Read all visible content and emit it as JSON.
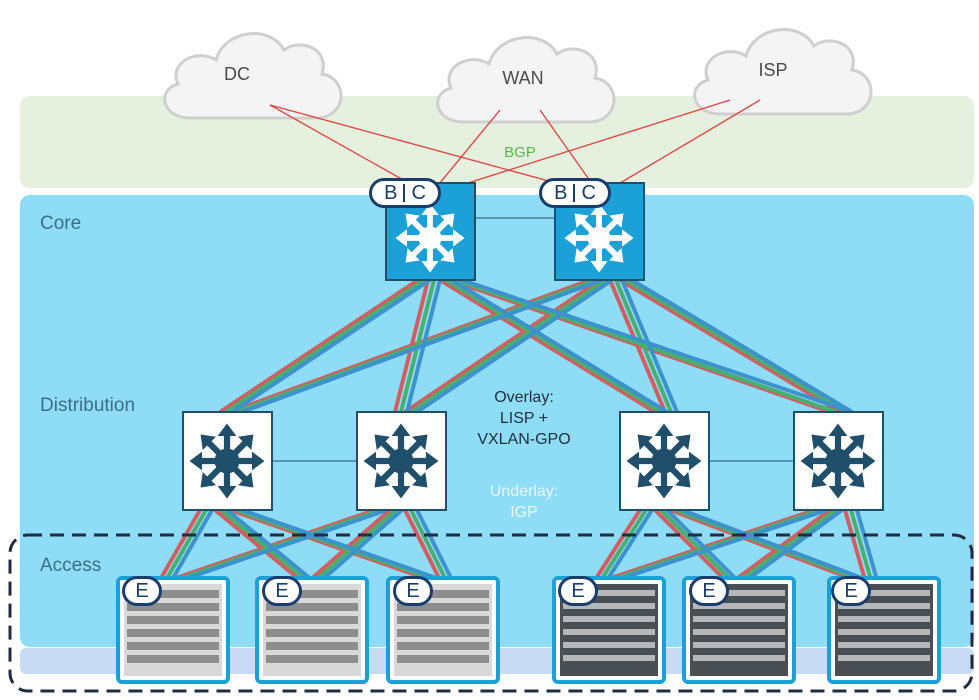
{
  "clouds": [
    "DC",
    "WAN",
    "ISP"
  ],
  "protocol_label": "BGP",
  "layers": {
    "core": "Core",
    "distribution": "Distribution",
    "access": "Access"
  },
  "border_badge": {
    "left": "B",
    "right": "C"
  },
  "edge_badge": "E",
  "overlay_text": [
    "Overlay:",
    "LISP +",
    "VXLAN-GPO"
  ],
  "underlay_text": [
    "Underlay:",
    "IGP"
  ],
  "colors": {
    "bgp_band": "#e5f1de",
    "fabric_area": "#8fdcf7",
    "access_strip": "#c9daf4",
    "core_switch": "#1ba0d8",
    "dist_switch_icon": "#1f4f6b",
    "badge_border": "#1a3d6e",
    "red_link": "#e04848",
    "green_link": "#3ca85a",
    "blue_link": "#2d86c9",
    "access_border": "#1f2d40"
  },
  "icons": {
    "cloud": "cloud-icon",
    "core_switch": "layer3-switch-icon",
    "distribution_switch": "layer3-switch-icon",
    "access_switch": "switch-chassis-icon"
  }
}
